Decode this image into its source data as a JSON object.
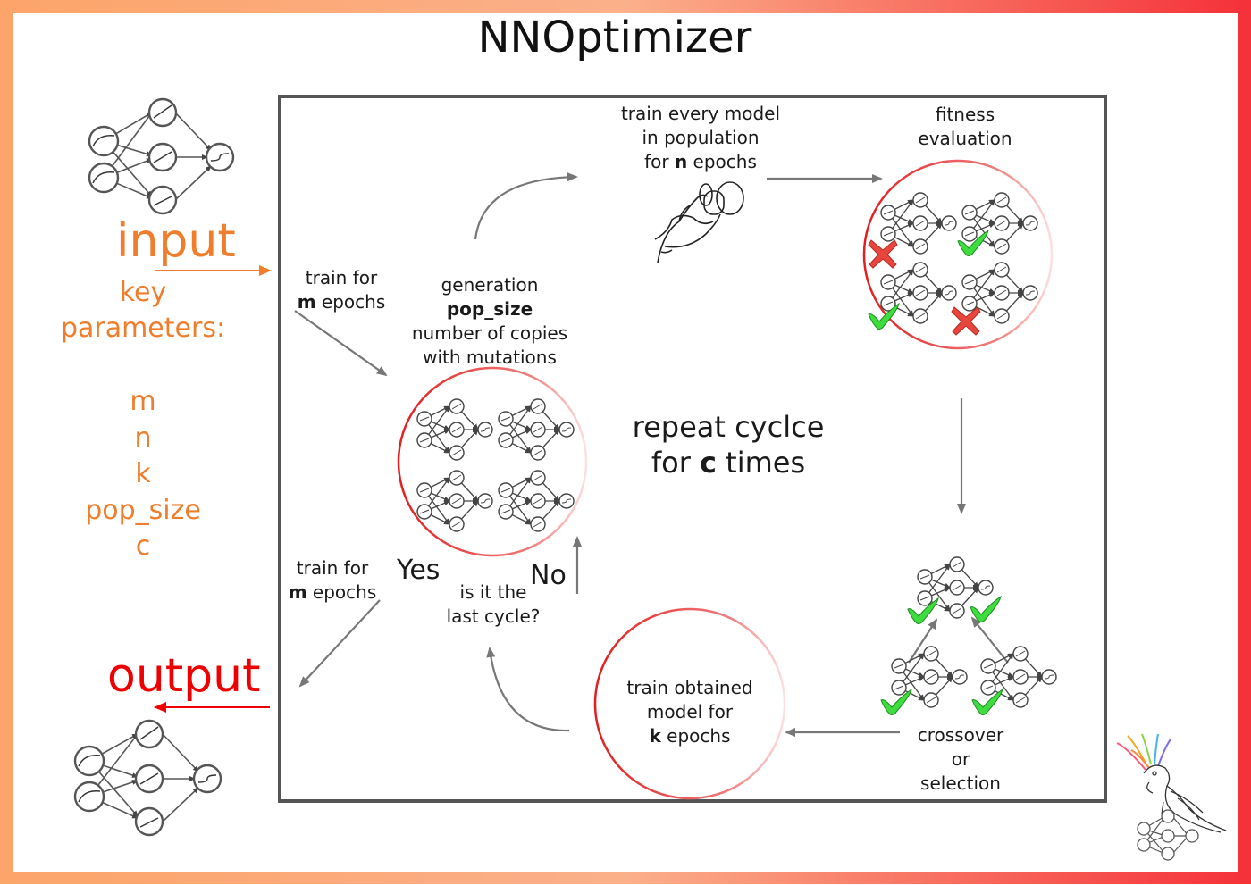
{
  "title": "NNOptimizer",
  "input_label": "input",
  "output_label": "output",
  "key_parameters": {
    "heading_line1": "key",
    "heading_line2": "parameters:",
    "items": [
      "m",
      "n",
      "k",
      "pop_size",
      "c"
    ]
  },
  "train_for_m_top": {
    "line1": "train for",
    "bold": "m",
    "rest": " epochs"
  },
  "train_for_m_bottom": {
    "line1": "train for",
    "bold": "m",
    "rest": " epochs"
  },
  "generation": {
    "line1": "generation",
    "bold_line": "pop_size",
    "line3": "number of copies",
    "line4": "with mutations"
  },
  "train_every": {
    "line1": "train every model",
    "line2": "in population",
    "pre": "for ",
    "bold": "n",
    "rest": " epochs"
  },
  "fitness": {
    "line1": "fitness",
    "line2": "evaluation"
  },
  "repeat": {
    "line1": "repeat cyclce",
    "pre": "for ",
    "bold": "c",
    "rest": " times"
  },
  "question": {
    "line1": "is it the",
    "line2": "last cycle?"
  },
  "yes": "Yes",
  "no": "No",
  "train_obtained": {
    "line1": "train obtained",
    "line2": "model for",
    "bold": "k",
    "rest": " epochs"
  },
  "crossover": {
    "line1": "crossover",
    "line2": "or",
    "line3": "selection"
  },
  "colors": {
    "orange": "#f07d2b",
    "red": "#ee0000",
    "check_green": "#3fdc3f",
    "cross_red": "#e8453c",
    "arrow_grey": "#777777"
  }
}
